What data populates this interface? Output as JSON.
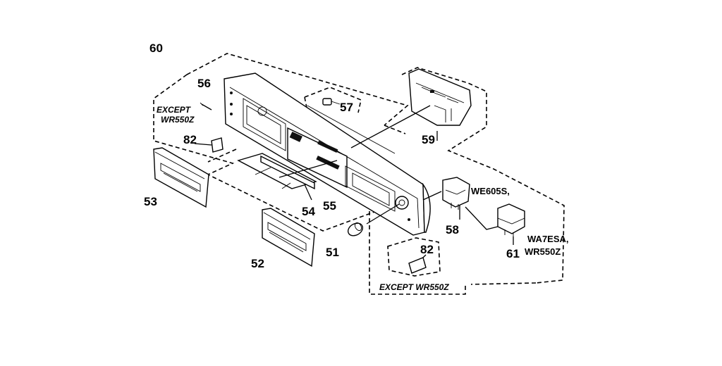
{
  "parts": {
    "p51": "51",
    "p52": "52",
    "p53": "53",
    "p54": "54",
    "p55": "55",
    "p56": "56",
    "p57": "57",
    "p58": "58",
    "p59": "59",
    "p60": "60",
    "p61": "61",
    "p82_left": "82",
    "p82_right": "82"
  },
  "notes": {
    "except_left_line1": "EXCEPT",
    "except_left_line2": "WR550Z",
    "except_right": "EXCEPT WR550Z"
  },
  "models": {
    "we605s": "WE605S,",
    "wa7esa": "WA7ESA,",
    "wr550z": "WR550Z"
  }
}
